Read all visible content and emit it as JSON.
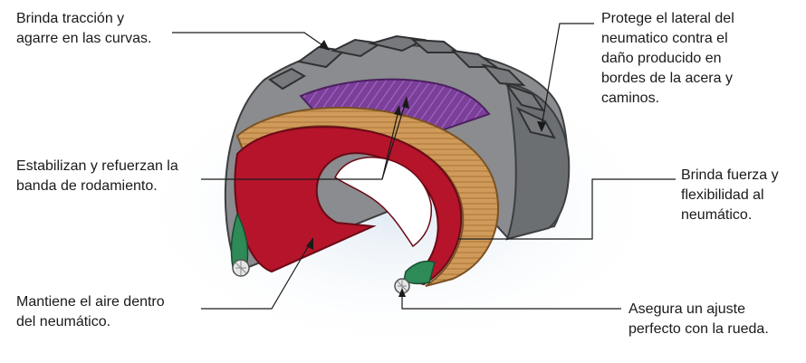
{
  "annotations": {
    "tread": "Brinda tracción y\nagarre en las curvas.",
    "sidewall": "Protege el lateral del\nneumatico contra el\ndaño producido en\nbordes de la acera y\ncaminos.",
    "belts": "Estabilizan y refuerzan la\nbanda de rodamiento.",
    "plies": "Brinda fuerza y\nflexibilidad al\nneumático.",
    "inner_liner": "Mantiene el aire dentro\ndel neumático.",
    "bead": "Asegura un ajuste\nperfecto con la rueda."
  },
  "colors": {
    "rubber": "#8a8c8f",
    "rubber_dark": "#55585b",
    "tread_blocks": "#77797c",
    "belts": "#7b3f9a",
    "plies": "#cf9a5a",
    "inner_liner": "#b5142b",
    "bead_filler": "#2e8a57",
    "bead_wire": "#e6e6e6",
    "leader_line": "#1a1a1a"
  }
}
